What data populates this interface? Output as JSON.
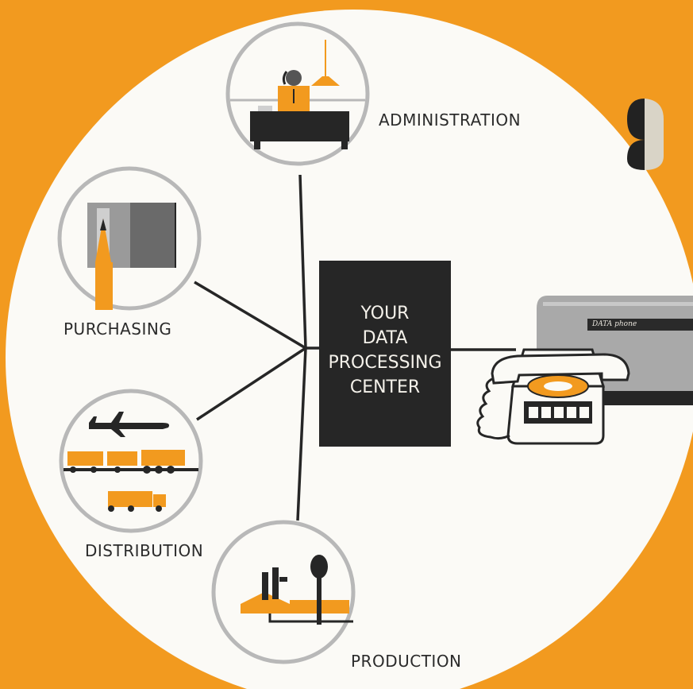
{
  "diagram": {
    "center": {
      "lines": [
        "YOUR",
        "DATA",
        "PROCESSING",
        "CENTER"
      ]
    },
    "nodes": {
      "administration": "ADMINISTRATION",
      "purchasing": "PURCHASING",
      "distribution": "DISTRIBUTION",
      "production": "PRODUCTION"
    },
    "device": {
      "label": "DATA phone"
    }
  },
  "colors": {
    "background": "#f29a1f",
    "circle": "#fbfaf6",
    "accent": "#f29a1f",
    "ring": "#b8b8b8",
    "ink": "#262626"
  }
}
